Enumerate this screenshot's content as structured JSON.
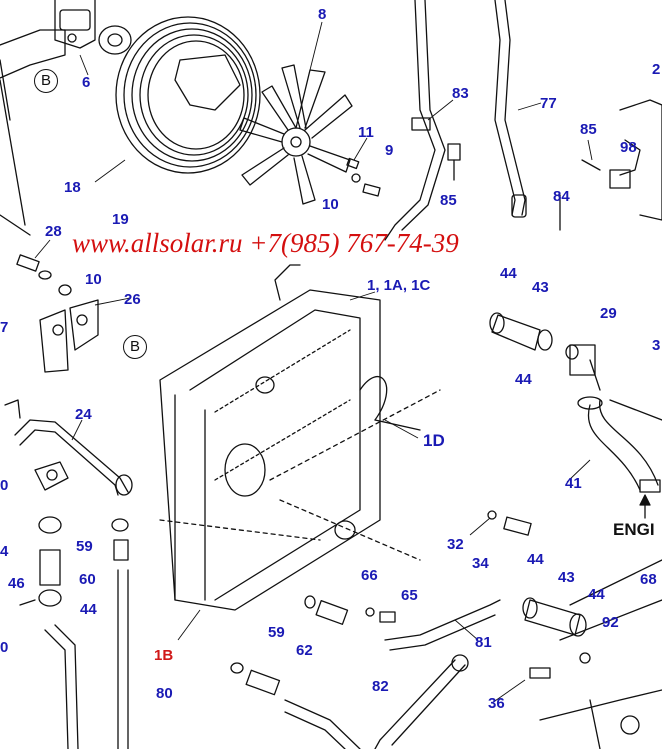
{
  "watermark": {
    "text": "www.allsolar.ru +7(985) 767-74-39",
    "color": "#d40f0f"
  },
  "engine_label": "ENGI",
  "circle_labels": {
    "b_upper": "B",
    "b_lower": "B"
  },
  "part_callouts": {
    "p8": "8",
    "p6": "6",
    "p18": "18",
    "p19": "19",
    "p11": "11",
    "p9": "9",
    "p10_top": "10",
    "p83": "83",
    "p77": "77",
    "p85_a": "85",
    "p85_b": "85",
    "p98": "98",
    "p84": "84",
    "p2": "2",
    "p28": "28",
    "p10_mid": "10",
    "p26": "26",
    "p7": "7",
    "p1_1a_1c": "1, 1A, 1C",
    "p44_a": "44",
    "p43_a": "43",
    "p44_b": "44",
    "p29": "29",
    "p3": "3",
    "p1d": "1D",
    "p41": "41",
    "p24": "24",
    "p0_a": "0",
    "p4": "4",
    "p46": "46",
    "p59_a": "59",
    "p60": "60",
    "p44_c": "44",
    "p0_b": "0",
    "p32": "32",
    "p34": "34",
    "p44_d": "44",
    "p43_b": "43",
    "p44_e": "44",
    "p68": "68",
    "p66": "66",
    "p65": "65",
    "p59_b": "59",
    "p62": "62",
    "p81": "81",
    "p92": "92",
    "p1b": "1B",
    "p80": "80",
    "p82": "82",
    "p36": "36"
  },
  "colors": {
    "callout": "#1a1ab4",
    "line": "#111111",
    "background": "#ffffff"
  }
}
